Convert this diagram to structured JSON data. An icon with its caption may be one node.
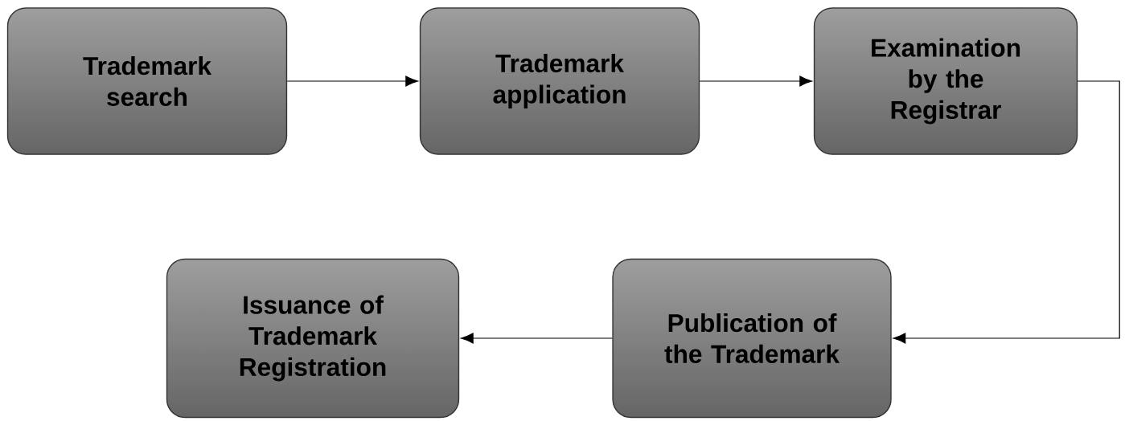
{
  "diagram": {
    "nodes": [
      {
        "text": [
          "Trademark search"
        ]
      },
      {
        "text": [
          "Trademark application"
        ]
      },
      {
        "text": [
          "Examination by the Registrar"
        ]
      },
      {
        "text": [
          "Publication of the Trademark"
        ]
      },
      {
        "text": [
          "Issuance of Trademark Registration"
        ]
      }
    ],
    "edges": [
      {
        "from": 0,
        "to": 1,
        "arrow": "to"
      },
      {
        "from": 1,
        "to": 2,
        "arrow": "to"
      },
      {
        "from": 2,
        "to": 3,
        "arrow": "to"
      },
      {
        "from": 3,
        "to": 4,
        "arrow": "to"
      }
    ]
  }
}
